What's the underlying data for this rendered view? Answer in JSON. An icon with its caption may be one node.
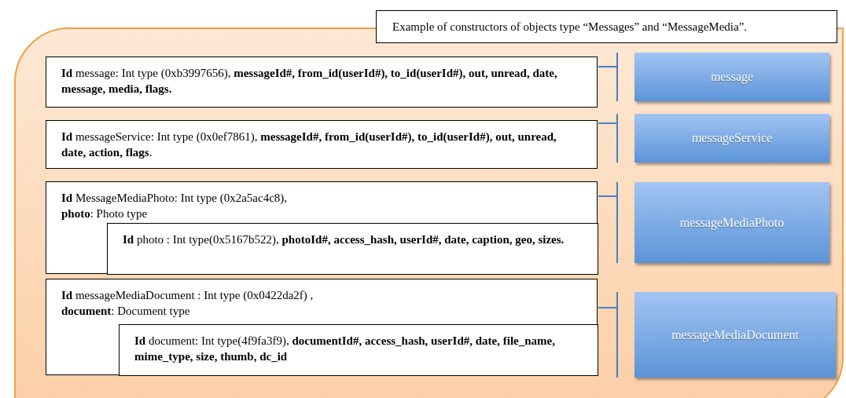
{
  "diagram": {
    "nodes": [
      {
        "text": [
          "Example of constructors of objects type “Messages” and “MessageMedia”."
        ]
      },
      {
        "text": [
          "**Id** message: Int type (0xb3997656), **messageId#, from_id(userId#), to_id(userId#),  out, unread, date, message, media, flags.**"
        ]
      },
      {
        "text": [
          "**Id** messageService: Int type (0x0ef7861), **messageId#, from_id(userId#), to_id(userId#), out, unread, date, action, flags**."
        ]
      },
      {
        "text": [
          "**Id** MessageMediaPhoto: Int type (0x2a5ac4c8),",
          "**photo**: Photo type"
        ]
      },
      {
        "text": [
          "**Id** photo : Int type(0x5167b522), **photoId#, access_hash, userId#, date, caption, geo, sizes.**"
        ],
        "in": 3
      },
      {
        "text": [
          "**Id** messageMediaDocument : Int type (0x0422da2f) ,",
          "**document**:  Document type"
        ]
      },
      {
        "text": [
          "**Id** document: Int type(4f9fa3f9), **documentId#, access_hash, userId#, date, file_name, mime_type, size, thumb, dc_id**"
        ],
        "in": 5
      },
      {
        "text": [
          "message"
        ]
      },
      {
        "text": [
          "messageService"
        ]
      },
      {
        "text": [
          "messageMediaPhoto"
        ]
      },
      {
        "text": [
          "messageMediaDocument"
        ]
      }
    ]
  }
}
